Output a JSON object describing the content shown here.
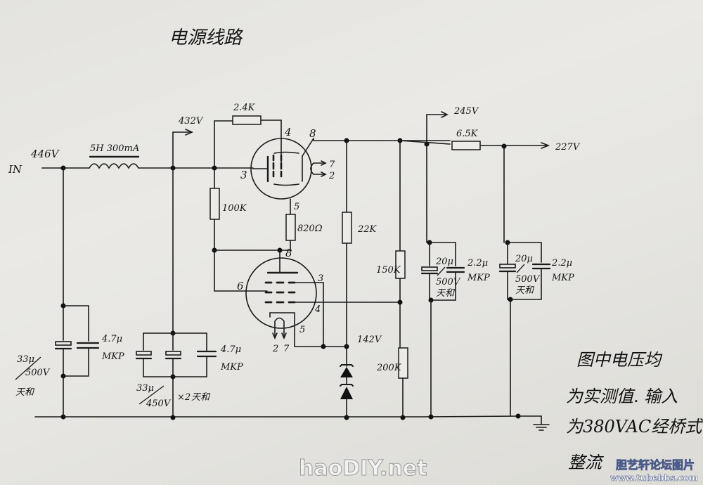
{
  "title": "电源线路",
  "input": {
    "label": "IN",
    "voltage": "446V"
  },
  "choke": {
    "label": "5H 300mA"
  },
  "taps": {
    "v432": "432V",
    "v245": "245V",
    "v227": "227V",
    "v142": "142V"
  },
  "resistors": {
    "r_2k4": "2.4K",
    "r_100k": "100K",
    "r_820": "820Ω",
    "r_22k": "22K",
    "r_150k": "150K",
    "r_200k": "200K",
    "r_6k5": "6.5K"
  },
  "capacitors": {
    "c1_elec": {
      "value": "33μ",
      "rating": "500V",
      "brand": "天和"
    },
    "c1_film": {
      "value": "4.7μ",
      "type": "MKP"
    },
    "c2_elec": {
      "value": "33μ",
      "rating": "450V",
      "count": "×2",
      "brand": "天和"
    },
    "c2_film": {
      "value": "4.7μ",
      "type": "MKP"
    },
    "c3_elec": {
      "value": "20μ",
      "rating": "500V",
      "brand": "天和"
    },
    "c3_film": {
      "value": "2.2μ",
      "type": "MKP"
    },
    "c4_elec": {
      "value": "20μ",
      "rating": "500V",
      "brand": "天和"
    },
    "c4_film": {
      "value": "2.2μ",
      "type": "MKP"
    }
  },
  "tube_top": {
    "pins": {
      "grid": "3",
      "screen": "4",
      "anode": "8",
      "heater_a": "7",
      "heater_b": "2",
      "cathode": "5"
    }
  },
  "tube_bottom": {
    "pins": {
      "anode": "8",
      "grid": "6",
      "g2": "3",
      "g3": "4",
      "cathode": "5",
      "heater_a": "2",
      "heater_b": "7"
    }
  },
  "note": {
    "lines": [
      "图中电压均",
      "为实测值. 输入",
      "为380VAC经桥式",
      "整流"
    ]
  },
  "watermarks": {
    "left": "haoDIY.net",
    "right_cn": "胆艺轩论坛图片",
    "right_url": "www.tubebbs.com"
  }
}
